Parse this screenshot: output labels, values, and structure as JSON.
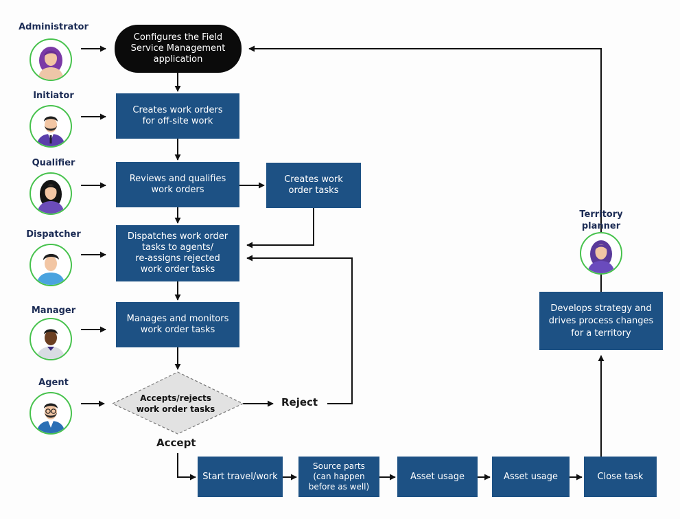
{
  "roles": {
    "administrator": "Administrator",
    "initiator": "Initiator",
    "qualifier": "Qualifier",
    "dispatcher": "Dispatcher",
    "manager": "Manager",
    "agent": "Agent",
    "territory_planner": "Territory\nplanner"
  },
  "steps": {
    "configure": "Configures the Field\nService Management\napplication",
    "create_orders": "Creates work orders\nfor off-site work",
    "review": "Reviews and qualifies\nwork orders",
    "create_tasks": "Creates work\norder tasks",
    "dispatch": "Dispatches work order\ntasks to agents/\nre-assigns rejected\nwork order tasks",
    "manage": "Manages and monitors\nwork order tasks",
    "accept_reject": "Accepts/rejects\nwork order tasks",
    "start_travel": "Start travel/work",
    "source_parts": "Source parts\n(can happen\nbefore as well)",
    "asset_usage_1": "Asset usage",
    "asset_usage_2": "Asset usage",
    "close_task": "Close task",
    "strategy": "Develops strategy and\ndrives process changes\nfor a territory"
  },
  "labels": {
    "reject": "Reject",
    "accept": "Accept"
  },
  "icons": {
    "administrator": "woman-avatar-icon",
    "initiator": "bearded-man-avatar-icon",
    "qualifier": "woman-avatar-icon",
    "dispatcher": "man-avatar-icon",
    "manager": "man-avatar-icon",
    "agent": "man-with-glasses-avatar-icon",
    "territory_planner": "woman-avatar-icon"
  },
  "colors": {
    "box": "#1d5184",
    "pill": "#0b0b0b",
    "diamond": "#e2e2e2",
    "avatar_ring": "#47c24d",
    "role_text": "#1c2c55",
    "line": "#111111"
  }
}
